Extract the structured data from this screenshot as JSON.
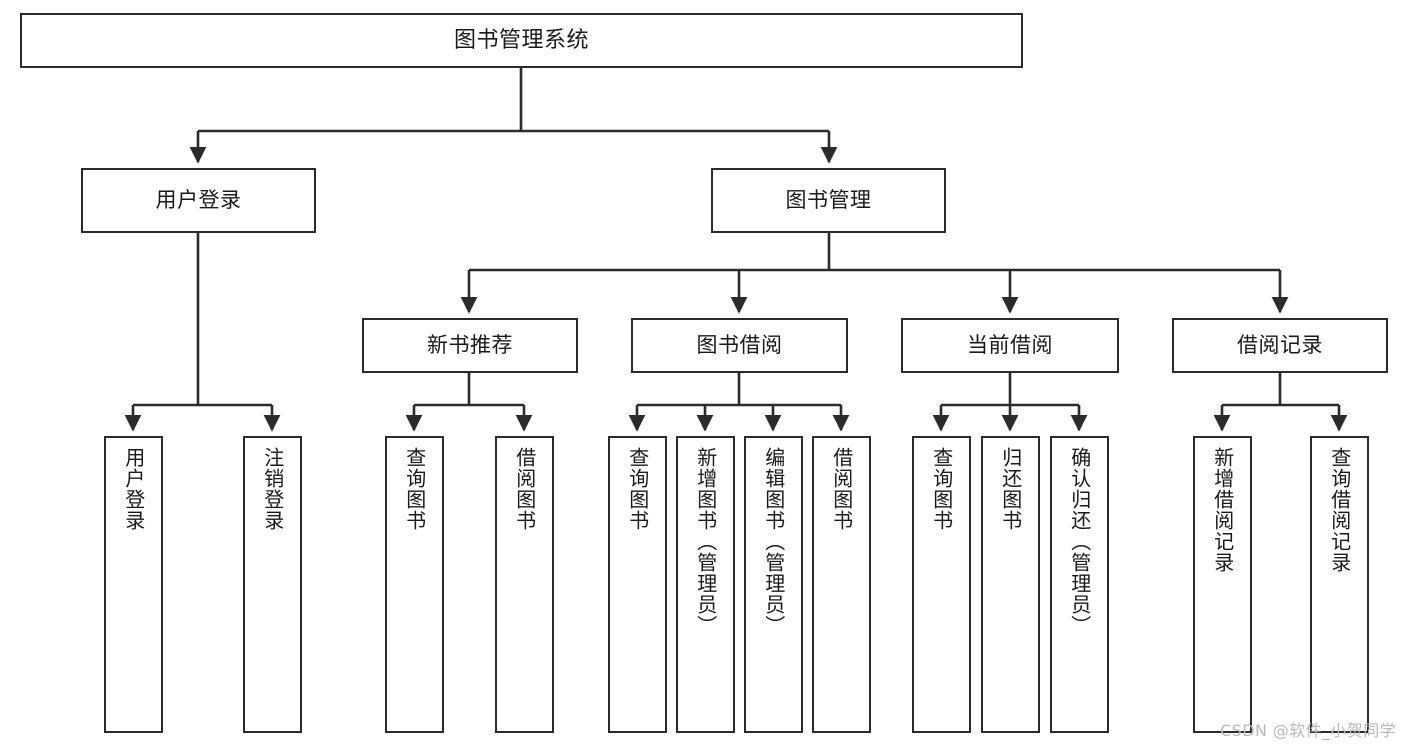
{
  "diagram": {
    "title": "图书管理系统",
    "type": "tree-hierarchy",
    "orientation": "top-down",
    "colors": {
      "box_border": "#2b2b2b",
      "box_fill": "#ffffff",
      "connector": "#2b2b2b",
      "text": "#1a1a1a",
      "watermark": "#b9b9b9",
      "background": "#ffffff"
    }
  },
  "nodes": {
    "root": {
      "label": "图书管理系统"
    },
    "level2": [
      {
        "label": "用户登录"
      },
      {
        "label": "图书管理"
      }
    ],
    "level3": [
      {
        "label": "新书推荐"
      },
      {
        "label": "图书借阅"
      },
      {
        "label": "当前借阅"
      },
      {
        "label": "借阅记录"
      }
    ],
    "leaves_user_login": [
      {
        "label": "用户登录"
      },
      {
        "label": "注销登录"
      }
    ],
    "leaves_new_book": [
      {
        "label": "查询图书"
      },
      {
        "label": "借阅图书"
      }
    ],
    "leaves_borrow_book": [
      {
        "label": "查询图书"
      },
      {
        "label": "新增图书（管理员）"
      },
      {
        "label": "编辑图书（管理员）"
      },
      {
        "label": "借阅图书"
      }
    ],
    "leaves_current_borrow": [
      {
        "label": "查询图书"
      },
      {
        "label": "归还图书"
      },
      {
        "label": "确认归还（管理员）"
      }
    ],
    "leaves_borrow_record": [
      {
        "label": "新增借阅记录"
      },
      {
        "label": "查询借阅记录"
      }
    ]
  },
  "watermark": {
    "text": "CSDN @软件_小贺同学"
  }
}
